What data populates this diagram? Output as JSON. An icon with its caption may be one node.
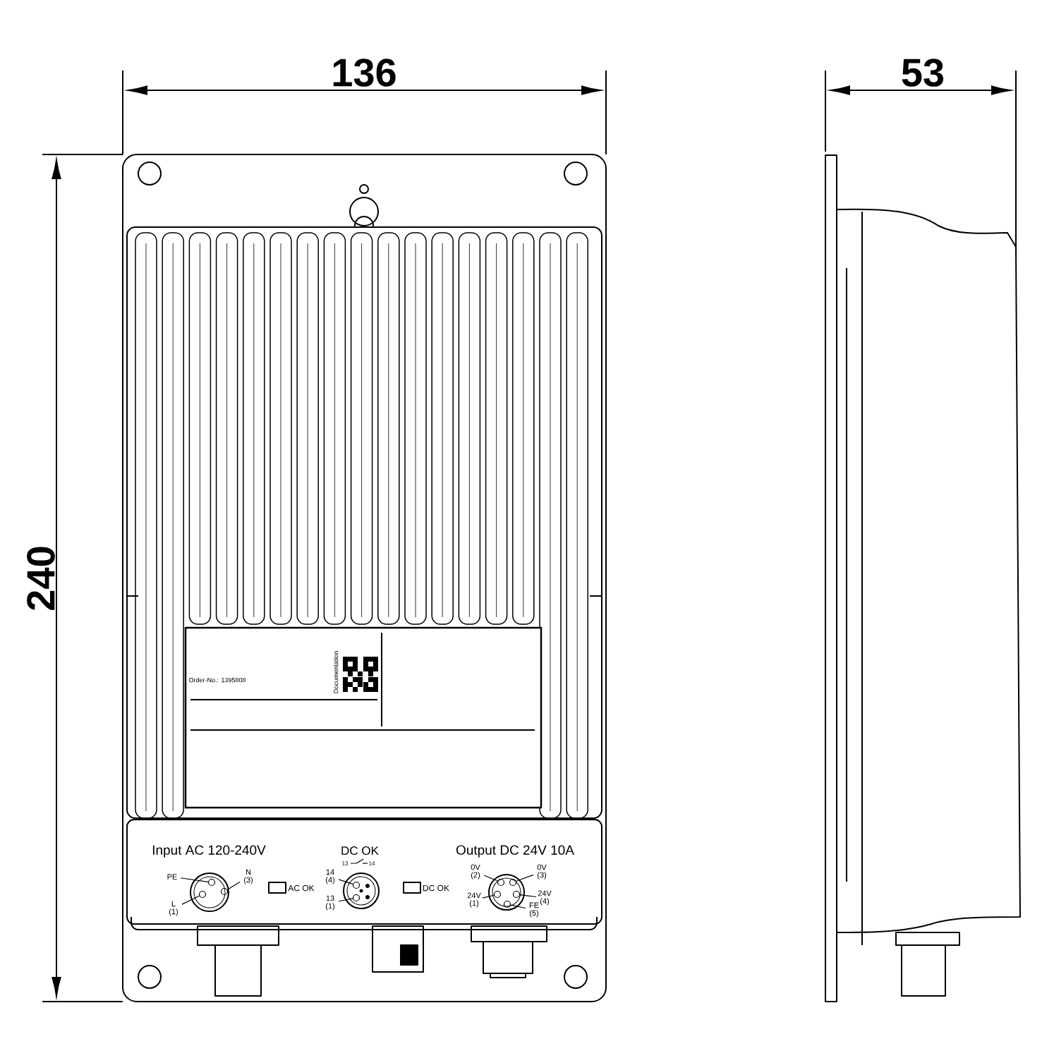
{
  "diagram": {
    "nodes": [
      {
        "text": [
          "PE"
        ]
      },
      {
        "text": [
          "N (3)"
        ]
      },
      {
        "text": [
          "L (1)"
        ]
      },
      {
        "text": [
          "14 (4)"
        ]
      },
      {
        "text": [
          "13 (1)"
        ]
      },
      {
        "text": [
          "0V (2)"
        ]
      },
      {
        "text": [
          "0V (3)"
        ]
      },
      {
        "text": [
          "24V (1)"
        ]
      },
      {
        "text": [
          "24V (4)"
        ]
      },
      {
        "text": [
          "FE (5)"
        ]
      },
      {
        "text": [],
        "shape": "circle"
      },
      {
        "text": [],
        "shape": "circle"
      },
      {
        "text": [],
        "shape": "circle"
      },
      {
        "text": [],
        "shape": "circle"
      },
      {
        "text": [],
        "shape": "circle"
      },
      {
        "text": [],
        "shape": "circle"
      },
      {
        "text": [],
        "shape": "circle"
      },
      {
        "text": [],
        "shape": "circle"
      },
      {
        "text": [],
        "shape": "circle"
      },
      {
        "text": [],
        "shape": "circle"
      }
    ],
    "edges": [
      {
        "from": 0,
        "to": 10,
        "arrow": "none"
      },
      {
        "from": 1,
        "to": 11,
        "arrow": "none"
      },
      {
        "from": 2,
        "to": 12,
        "arrow": "none"
      },
      {
        "from": 3,
        "to": 13,
        "arrow": "none"
      },
      {
        "from": 4,
        "to": 14,
        "arrow": "none"
      },
      {
        "from": 5,
        "to": 15,
        "arrow": "none"
      },
      {
        "from": 6,
        "to": 16,
        "arrow": "none"
      },
      {
        "from": 7,
        "to": 17,
        "arrow": "none"
      },
      {
        "from": 8,
        "to": 18,
        "arrow": "none"
      },
      {
        "from": 9,
        "to": 19,
        "arrow": "none"
      }
    ],
    "labels": [
      "136",
      "53",
      "240",
      "Order-No.: 1395808",
      "Documentation",
      "Input AC 120-240V",
      "DC OK",
      "Output DC 24V 10A",
      "13",
      "14",
      "AC OK",
      "DC OK"
    ]
  }
}
